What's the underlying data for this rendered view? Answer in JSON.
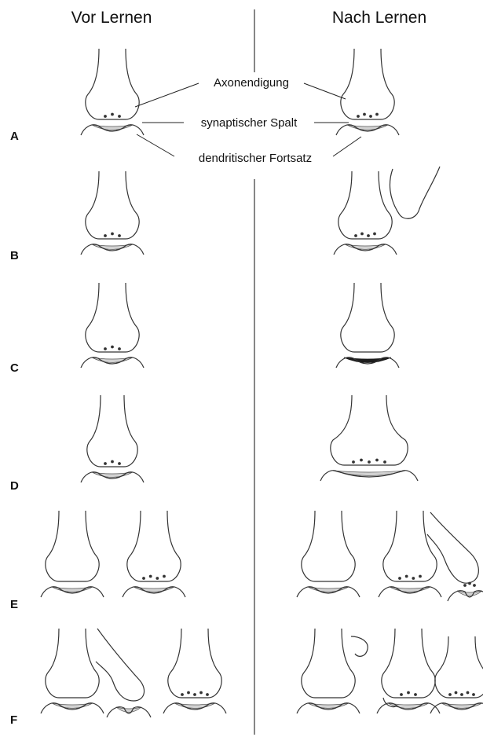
{
  "header": {
    "before": "Vor Lernen",
    "after": "Nach Lernen"
  },
  "rows": [
    "A",
    "B",
    "C",
    "D",
    "E",
    "F"
  ],
  "annotations": {
    "axon_terminal": "Axonendigung",
    "synaptic_cleft": "synaptischer Spalt",
    "dendritic_spine": "dendritischer Fortsatz"
  },
  "colors": {
    "line": "#333333",
    "density": "#d2d2d2",
    "density_dark": "#1e1e1e"
  }
}
